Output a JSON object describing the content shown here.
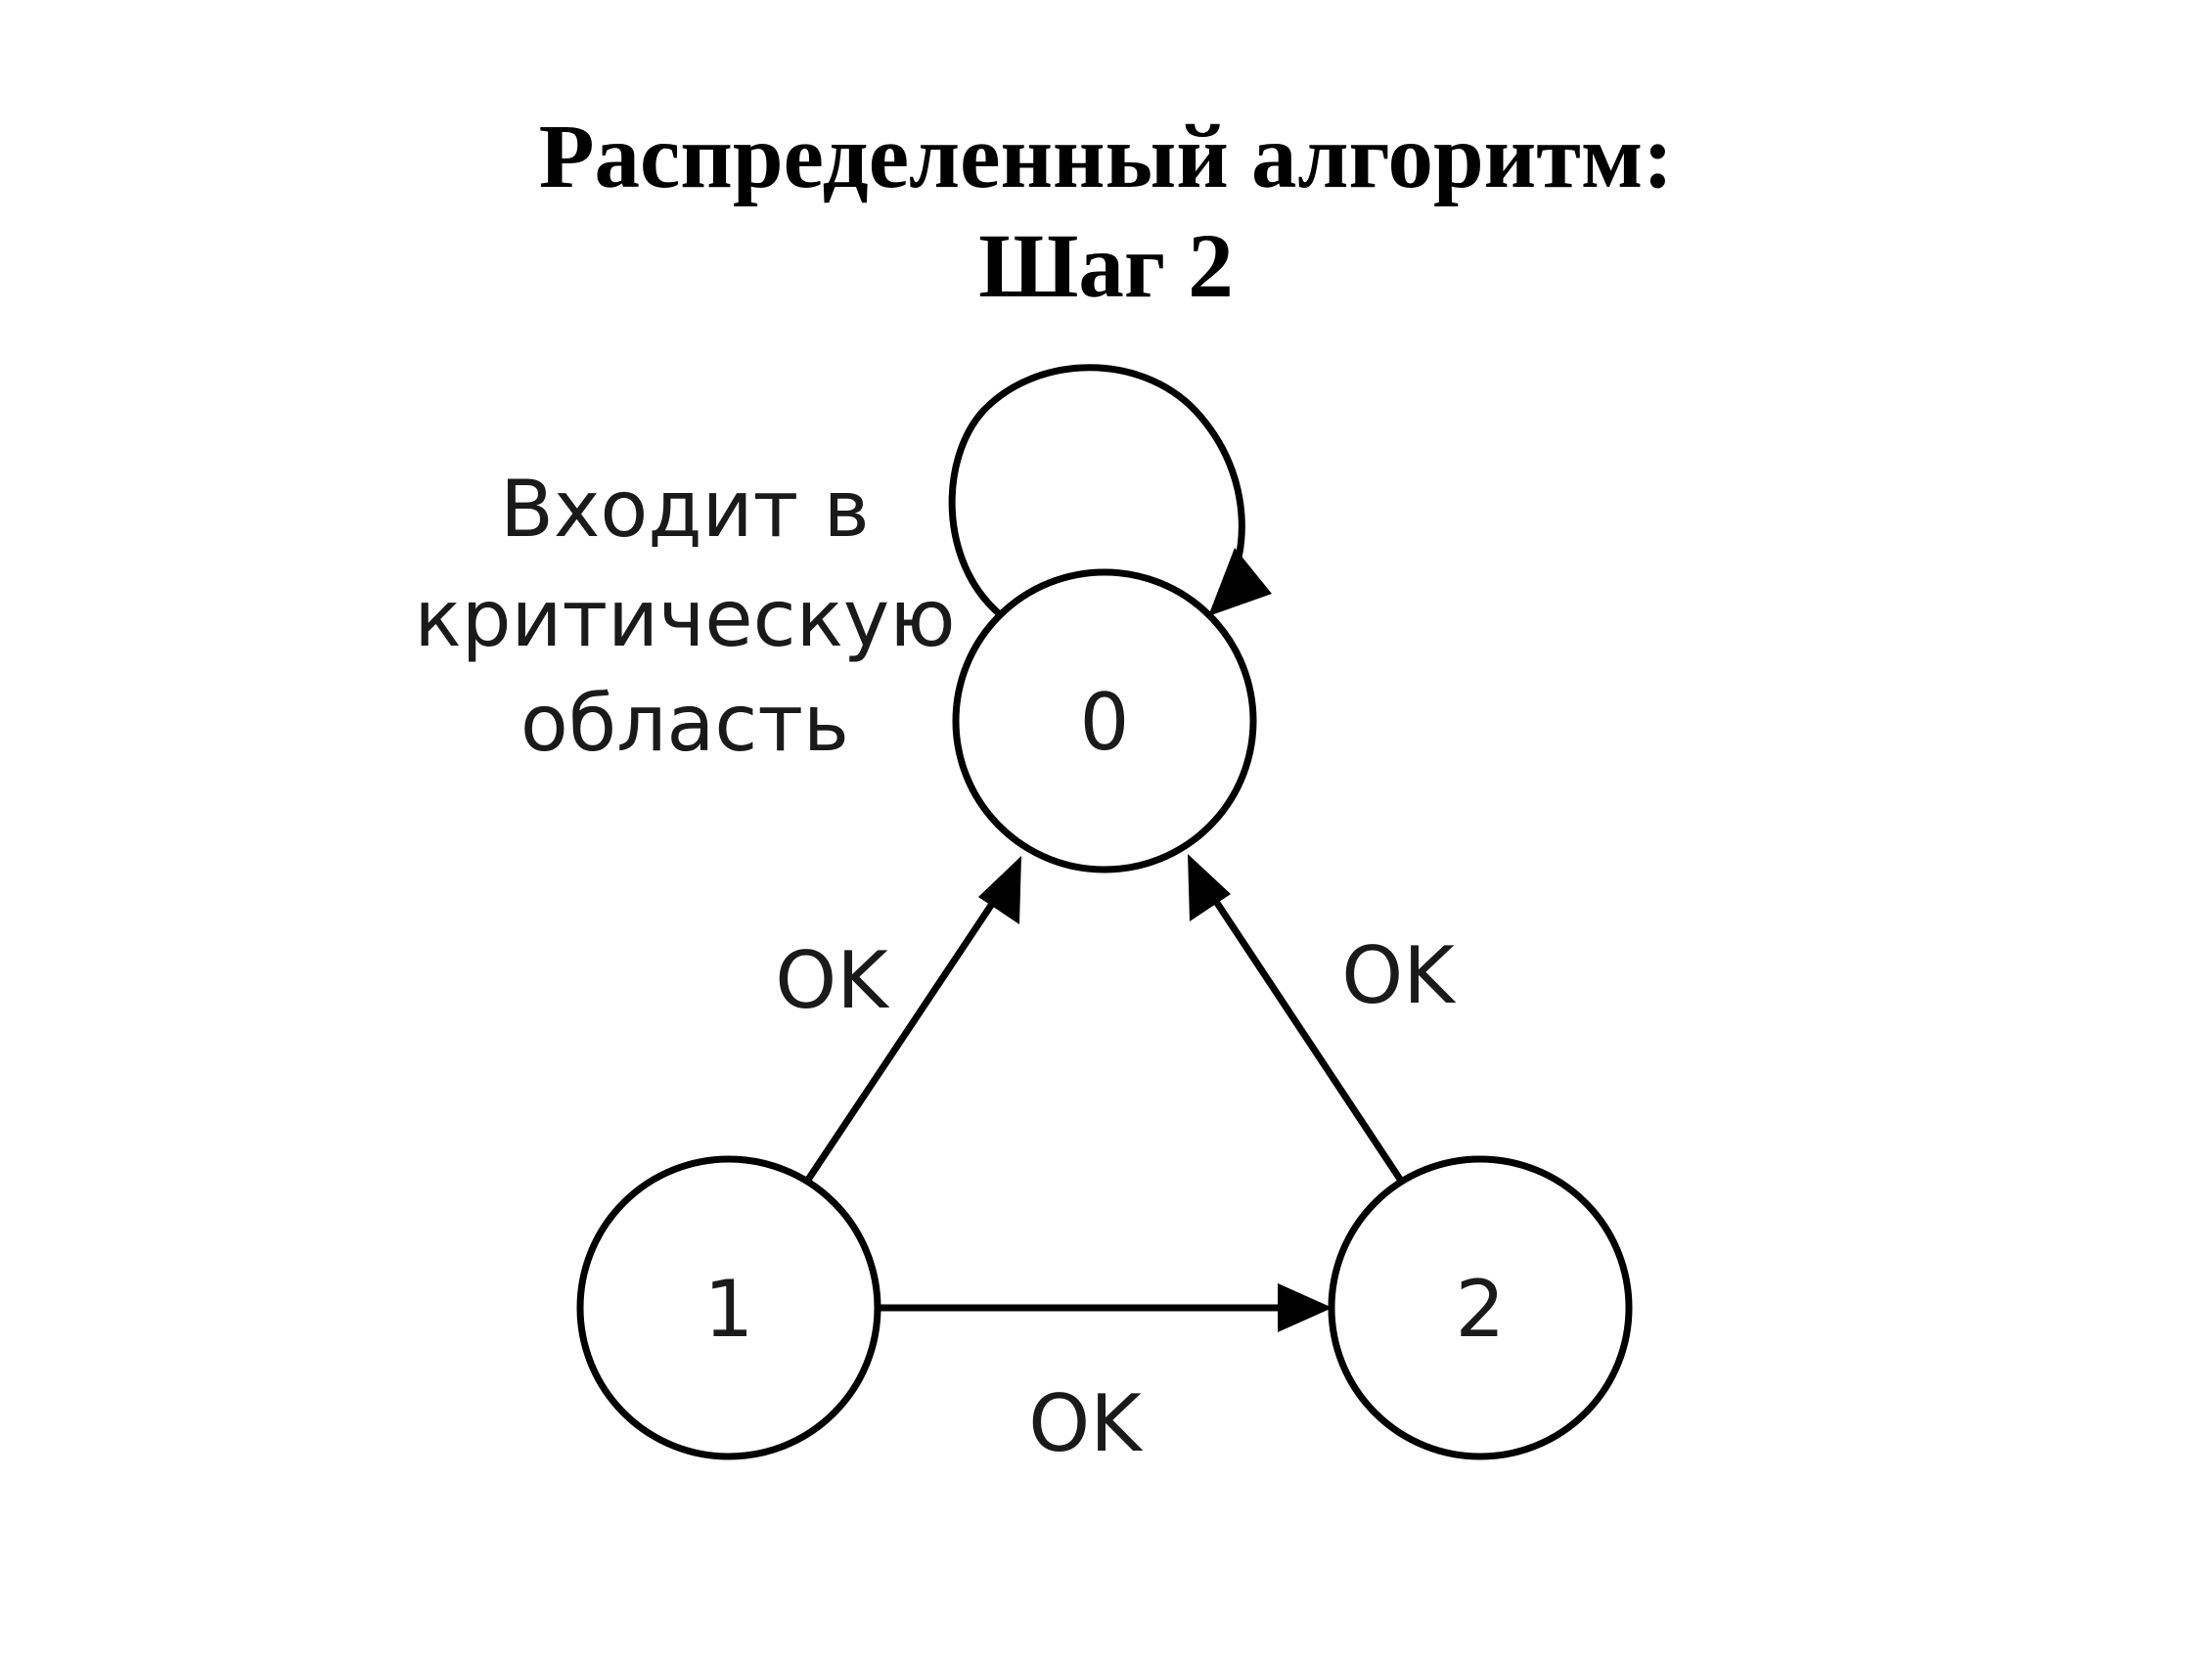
{
  "title": {
    "line1": "Распределенный алгоритм:",
    "line2": "Шаг 2"
  },
  "nodes": [
    {
      "id": "0",
      "label": "0"
    },
    {
      "id": "1",
      "label": "1"
    },
    {
      "id": "2",
      "label": "2"
    }
  ],
  "edges": [
    {
      "from": "0",
      "to": "0",
      "label": ""
    },
    {
      "from": "1",
      "to": "0",
      "label": "OK"
    },
    {
      "from": "2",
      "to": "0",
      "label": "OK"
    },
    {
      "from": "1",
      "to": "2",
      "label": "OK"
    }
  ],
  "annotation": {
    "lines": [
      "Входит в",
      "критическую",
      "область"
    ]
  },
  "colors": {
    "stroke": "#000000",
    "text": "#1a1a1a",
    "background": "#ffffff"
  }
}
